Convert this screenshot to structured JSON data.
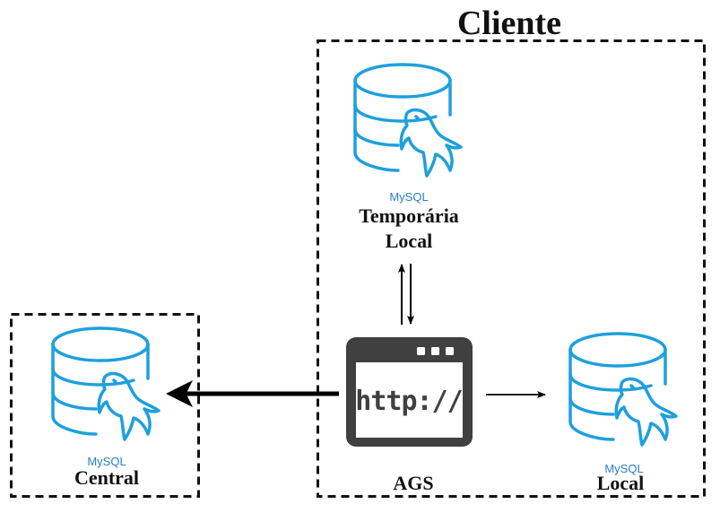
{
  "title": "Cliente",
  "nodes": {
    "temporaria": {
      "brand": "MySQL",
      "label_line1": "Temporária",
      "label_line2": "Local"
    },
    "central": {
      "brand": "MySQL",
      "label": "Central"
    },
    "local": {
      "brand": "MySQL",
      "label": "Local"
    },
    "ags": {
      "label": "AGS",
      "screen_text": "http://"
    }
  },
  "colors": {
    "db_stroke": "#1ea0dc",
    "mysql_text": "#2a7ec6",
    "browser_frame": "#404040",
    "border": "#111111",
    "arrow": "#000000"
  }
}
